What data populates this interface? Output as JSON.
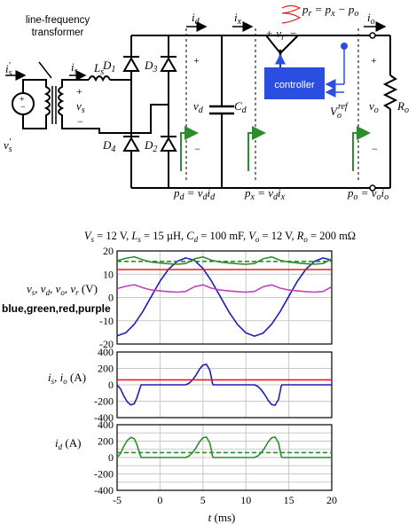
{
  "circuit": {
    "source_label": "v",
    "source_sub": "s",
    "source_sup": "′",
    "transformer_label_line1": "line-frequency",
    "transformer_label_line2": "transformer",
    "is_prime_label": "i",
    "is_prime_sub": "s",
    "is_prime_sup": "′",
    "is_label": "i",
    "is_sub": "s",
    "Ls_label": "L",
    "Ls_sub": "s",
    "vs_label": "v",
    "vs_sub": "s",
    "plus": "+",
    "minus": "−",
    "D1": "D",
    "D1_sub": "1",
    "D2": "D",
    "D2_sub": "2",
    "D3": "D",
    "D3_sub": "3",
    "D4": "D",
    "D4_sub": "4",
    "id_label": "i",
    "id_sub": "d",
    "vd_label": "v",
    "vd_sub": "d",
    "ix_label": "i",
    "ix_sub": "x",
    "Cd_label": "C",
    "Cd_sub": "d",
    "vr_label": "v",
    "vr_sub": "r",
    "pr_eq": "p",
    "pr_sub": "r",
    "pr_rhs1": " = p",
    "pr_rhs1_sub": "x",
    "pr_rhs2": " − p",
    "pr_rhs2_sub": "o",
    "controller_label": "controller",
    "vref_label": "V",
    "vref_sub": "o",
    "vref_sup": "ref",
    "io_label": "i",
    "io_sub": "o",
    "vo_label": "v",
    "vo_sub": "o",
    "Ro_label": "R",
    "Ro_sub": "o",
    "pd_text": "p",
    "pd_sub": "d",
    "pd_rhs": " = v",
    "pd_rhs_sub": "d",
    "pd_rhs2": "i",
    "pd_rhs2_sub": "d",
    "px_text": "p",
    "px_sub": "x",
    "px_rhs": " = v",
    "px_rhs_sub": "d",
    "px_rhs2": "i",
    "px_rhs2_sub": "x",
    "po_text": "p",
    "po_sub": "o",
    "po_rhs": " = v",
    "po_rhs_sub": "o",
    "po_rhs2": "i",
    "po_rhs2_sub": "o"
  },
  "params_line": "Vₛ = 12 V,  Lₛ = 15 µH,  C_d = 100 mF,  Vₒ = 12 V,  Rₒ = 200 mΩ",
  "params_parts": {
    "p1": "V",
    "p1_sub": "s",
    "p1_val": " = 12 V,  ",
    "p2": "L",
    "p2_sub": "s",
    "p2_val": " = 15 µH,  ",
    "p3": "C",
    "p3_sub": "d",
    "p3_val": " = 100 mF,  ",
    "p4": "V",
    "p4_sub": "o",
    "p4_val": " = 12 V,  ",
    "p5": "R",
    "p5_sub": "o",
    "p5_val": " = 200 mΩ"
  },
  "legend_note": "blue,green,red,purple",
  "colors": {
    "blue": "#1f1fb4",
    "green": "#2e8b2e",
    "red": "#e02020",
    "purple": "#c040c0",
    "controller_fill": "#2a4fe0",
    "wire": "#000000",
    "grid": "#c8c8c8"
  },
  "chart_data": [
    {
      "type": "line",
      "ylabel": "v_s, v_d, v_o, v_r (V)",
      "ylabel_parts": [
        "v",
        "s",
        ", v",
        "d",
        ", v",
        "o",
        ", v",
        "r",
        " (V)"
      ],
      "ylim": [
        -20,
        20
      ],
      "yticks": [
        -20,
        -10,
        0,
        10,
        20
      ],
      "xlim": [
        -5,
        20
      ],
      "grid": true,
      "series": [
        {
          "color": "blue",
          "x": [
            -5,
            -4,
            -3,
            -2,
            -1,
            0,
            1,
            2,
            3,
            4,
            5,
            6,
            7,
            8,
            9,
            10,
            11,
            12,
            13,
            14,
            15,
            16,
            17,
            18,
            19,
            20
          ],
          "y": [
            -16.5,
            -15.2,
            -11.5,
            -6,
            0.5,
            7,
            12.2,
            15.5,
            17,
            16,
            12.5,
            7,
            0.5,
            -6,
            -11.5,
            -15.2,
            -16.6,
            -15.3,
            -11.5,
            -6,
            0.5,
            7,
            12.2,
            15.5,
            17,
            16
          ]
        },
        {
          "color": "green",
          "x": [
            -5,
            -4,
            -3,
            -2,
            -1,
            0,
            1,
            2,
            3,
            4,
            5,
            6,
            7,
            8,
            9,
            10,
            11,
            12,
            13,
            14,
            15,
            16,
            17,
            18,
            19,
            20
          ],
          "y": [
            15.8,
            16.8,
            17.5,
            16.2,
            15.2,
            14.8,
            14.5,
            14.3,
            14.6,
            16.6,
            17.4,
            16,
            15.2,
            14.8,
            14.5,
            14.3,
            14.6,
            16.6,
            17.4,
            16,
            15.2,
            14.8,
            14.5,
            14.3,
            14.6,
            16.6
          ]
        },
        {
          "color": "green",
          "dashed": true,
          "x": [
            -5,
            20
          ],
          "y": [
            15.5,
            15.5
          ]
        },
        {
          "color": "red",
          "x": [
            -5,
            20
          ],
          "y": [
            12,
            12
          ]
        },
        {
          "color": "purple",
          "x": [
            -5,
            -4,
            -3,
            -2,
            -1,
            0,
            1,
            2,
            3,
            4,
            5,
            6,
            7,
            8,
            9,
            10,
            11,
            12,
            13,
            14,
            15,
            16,
            17,
            18,
            19,
            20
          ],
          "y": [
            3.8,
            4.8,
            5.5,
            4.2,
            3.2,
            2.8,
            2.5,
            2.3,
            2.6,
            4.6,
            5.4,
            4,
            3.2,
            2.8,
            2.5,
            2.3,
            2.6,
            4.6,
            5.4,
            4,
            3.2,
            2.8,
            2.5,
            2.3,
            2.6,
            4.6
          ]
        }
      ]
    },
    {
      "type": "line",
      "ylabel": "i_s, i_o (A)",
      "ylabel_parts": [
        "i",
        "s",
        ", i",
        "o",
        " (A)"
      ],
      "ylim": [
        -400,
        400
      ],
      "yticks": [
        -400,
        -200,
        0,
        200,
        400
      ],
      "xlim": [
        -5,
        20
      ],
      "grid": true,
      "series": [
        {
          "color": "blue",
          "x": [
            -5,
            -4.6,
            -4.2,
            -3.8,
            -3.4,
            -3.0,
            -2.7,
            -2.4,
            -2.2,
            -2.0,
            3.0,
            3.4,
            3.8,
            4.2,
            4.6,
            5.0,
            5.4,
            5.8,
            6.0,
            6.1,
            6.2,
            11.0,
            11.4,
            11.8,
            12.2,
            12.6,
            13.0,
            13.4,
            13.8,
            14.0,
            14.1,
            14.2,
            20
          ],
          "y": [
            0,
            -50,
            -140,
            -210,
            -245,
            -230,
            -160,
            -60,
            0,
            0,
            0,
            20,
            60,
            120,
            190,
            240,
            250,
            180,
            80,
            20,
            0,
            0,
            -20,
            -60,
            -120,
            -190,
            -240,
            -250,
            -180,
            -80,
            -20,
            0,
            0
          ]
        },
        {
          "color": "red",
          "x": [
            -5,
            20
          ],
          "y": [
            60,
            60
          ]
        }
      ]
    },
    {
      "type": "line",
      "ylabel": "i_d (A)",
      "ylabel_parts": [
        "i",
        "d",
        " (A)"
      ],
      "ylim": [
        -400,
        400
      ],
      "yticks": [
        -400,
        -300,
        -200,
        -100,
        0,
        100,
        200,
        300,
        400
      ],
      "ytick_labels": [
        "-400",
        "",
        "-200",
        "",
        "0",
        "",
        "200",
        "",
        "400"
      ],
      "xlim": [
        -5,
        20
      ],
      "xticks": [
        -5,
        0,
        5,
        10,
        15,
        20
      ],
      "xlabel": "t (ms)",
      "grid": true,
      "series": [
        {
          "color": "green",
          "x": [
            -5,
            -4.6,
            -4.2,
            -3.8,
            -3.4,
            -3.0,
            -2.7,
            -2.4,
            -2.2,
            -2.0,
            3.0,
            3.4,
            3.8,
            4.2,
            4.6,
            5.0,
            5.4,
            5.8,
            6.0,
            6.1,
            6.2,
            11.0,
            11.4,
            11.8,
            12.2,
            12.6,
            13.0,
            13.4,
            13.8,
            14.0,
            14.1,
            14.2,
            20
          ],
          "y": [
            0,
            50,
            140,
            210,
            245,
            230,
            160,
            60,
            0,
            0,
            0,
            20,
            60,
            120,
            190,
            240,
            250,
            180,
            80,
            20,
            0,
            0,
            20,
            60,
            120,
            190,
            240,
            250,
            180,
            80,
            20,
            0,
            0
          ]
        },
        {
          "color": "green",
          "dashed": true,
          "x": [
            -5,
            20
          ],
          "y": [
            60,
            60
          ]
        }
      ]
    }
  ]
}
